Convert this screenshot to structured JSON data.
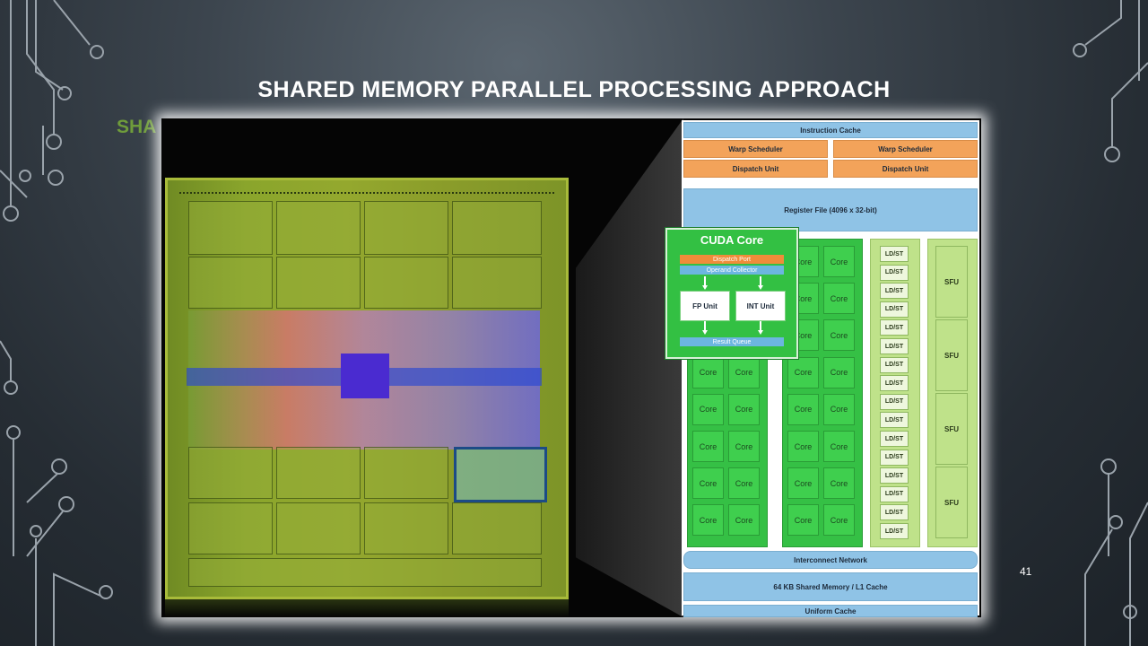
{
  "slide": {
    "title": "SHARED MEMORY PARALLEL PROCESSING APPROACH",
    "subtitle_partial": "SHA",
    "page_number": "41"
  },
  "diagram": {
    "instruction_cache": "Instruction Cache",
    "warp_scheduler": "Warp Scheduler",
    "dispatch_unit": "Dispatch Unit",
    "register_file": "Register File (4096 x 32-bit)",
    "core_label": "Core",
    "ldst_label": "LD/ST",
    "sfu_label": "SFU",
    "interconnect": "Interconnect Network",
    "shared_memory": "64 KB Shared Memory / L1 Cache",
    "uniform_cache": "Uniform Cache"
  },
  "cuda_core": {
    "title": "CUDA Core",
    "dispatch_port": "Dispatch Port",
    "operand_collector": "Operand Collector",
    "fp_unit": "FP Unit",
    "int_unit": "INT Unit",
    "result_queue": "Result Queue"
  },
  "colors": {
    "title": "#ffffff",
    "subtitle_green": "#6f9c3b",
    "diagram_blue": "#8fc3e6",
    "diagram_orange": "#f3a35a",
    "core_green": "#3fcf4e"
  }
}
